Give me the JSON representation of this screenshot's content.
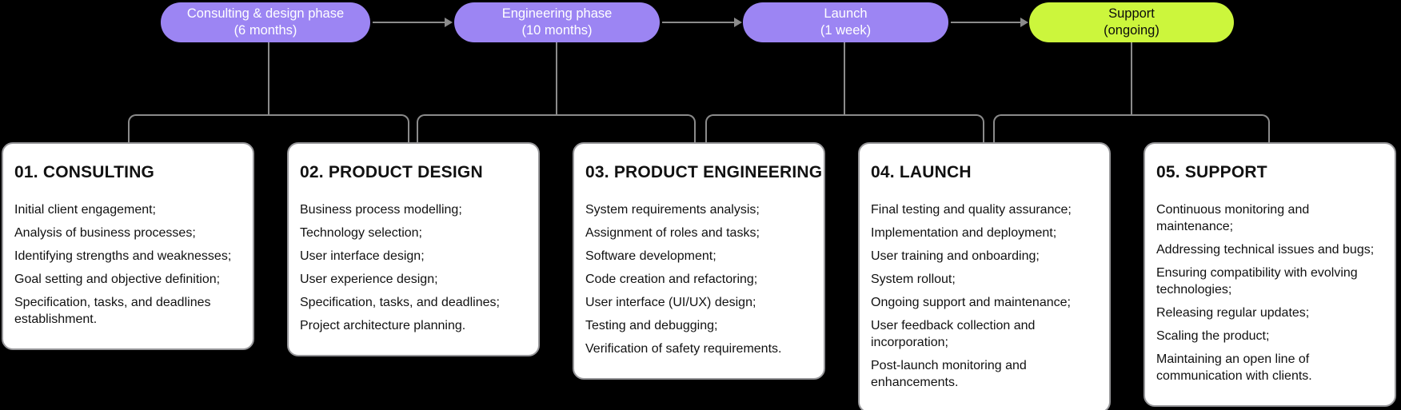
{
  "colors": {
    "background": "#000000",
    "phase_purple": "#9c85f3",
    "phase_lime": "#ccf63c",
    "connector_gray": "#8b8b8b",
    "card_bg": "#ffffff",
    "card_border": "#97979a",
    "card_text": "#111111",
    "pill_text_light": "#ffffff",
    "pill_text_dark": "#0c0c0c"
  },
  "phases": [
    {
      "name": "Consulting & design phase",
      "duration": "(6 months)",
      "color": "purple"
    },
    {
      "name": "Engineering phase",
      "duration": "(10 months)",
      "color": "purple"
    },
    {
      "name": "Launch",
      "duration": "(1 week)",
      "color": "purple"
    },
    {
      "name": "Support",
      "duration": "(ongoing)",
      "color": "lime"
    }
  ],
  "cards": [
    {
      "heading": "01. CONSULTING",
      "items": [
        "Initial client engagement;",
        "Analysis of business processes;",
        "Identifying strengths and weaknesses;",
        "Goal setting and objective definition;",
        "Specification, tasks, and deadlines establishment."
      ]
    },
    {
      "heading": "02. PRODUCT DESIGN",
      "items": [
        "Business process modelling;",
        "Technology selection;",
        "User interface design;",
        "User experience design;",
        "Specification, tasks, and deadlines;",
        "Project architecture planning."
      ]
    },
    {
      "heading": "03. PRODUCT ENGINEERING",
      "items": [
        "System requirements analysis;",
        "Assignment of roles and tasks;",
        "Software development;",
        "Code creation and refactoring;",
        "User interface (UI/UX) design;",
        "Testing and debugging;",
        "Verification of safety requirements."
      ]
    },
    {
      "heading": "04. LAUNCH",
      "items": [
        "Final testing and quality assurance;",
        "Implementation and deployment;",
        "User training and onboarding;",
        "System rollout;",
        "Ongoing support and maintenance;",
        "User feedback collection and incorporation;",
        "Post-launch monitoring and enhancements."
      ]
    },
    {
      "heading": "05. SUPPORT",
      "items": [
        "Continuous monitoring and maintenance;",
        "Addressing technical issues and bugs;",
        "Ensuring compatibility with evolving technologies;",
        "Releasing regular updates;",
        "Scaling the product;",
        "Maintaining an open line of communication with clients."
      ]
    }
  ]
}
